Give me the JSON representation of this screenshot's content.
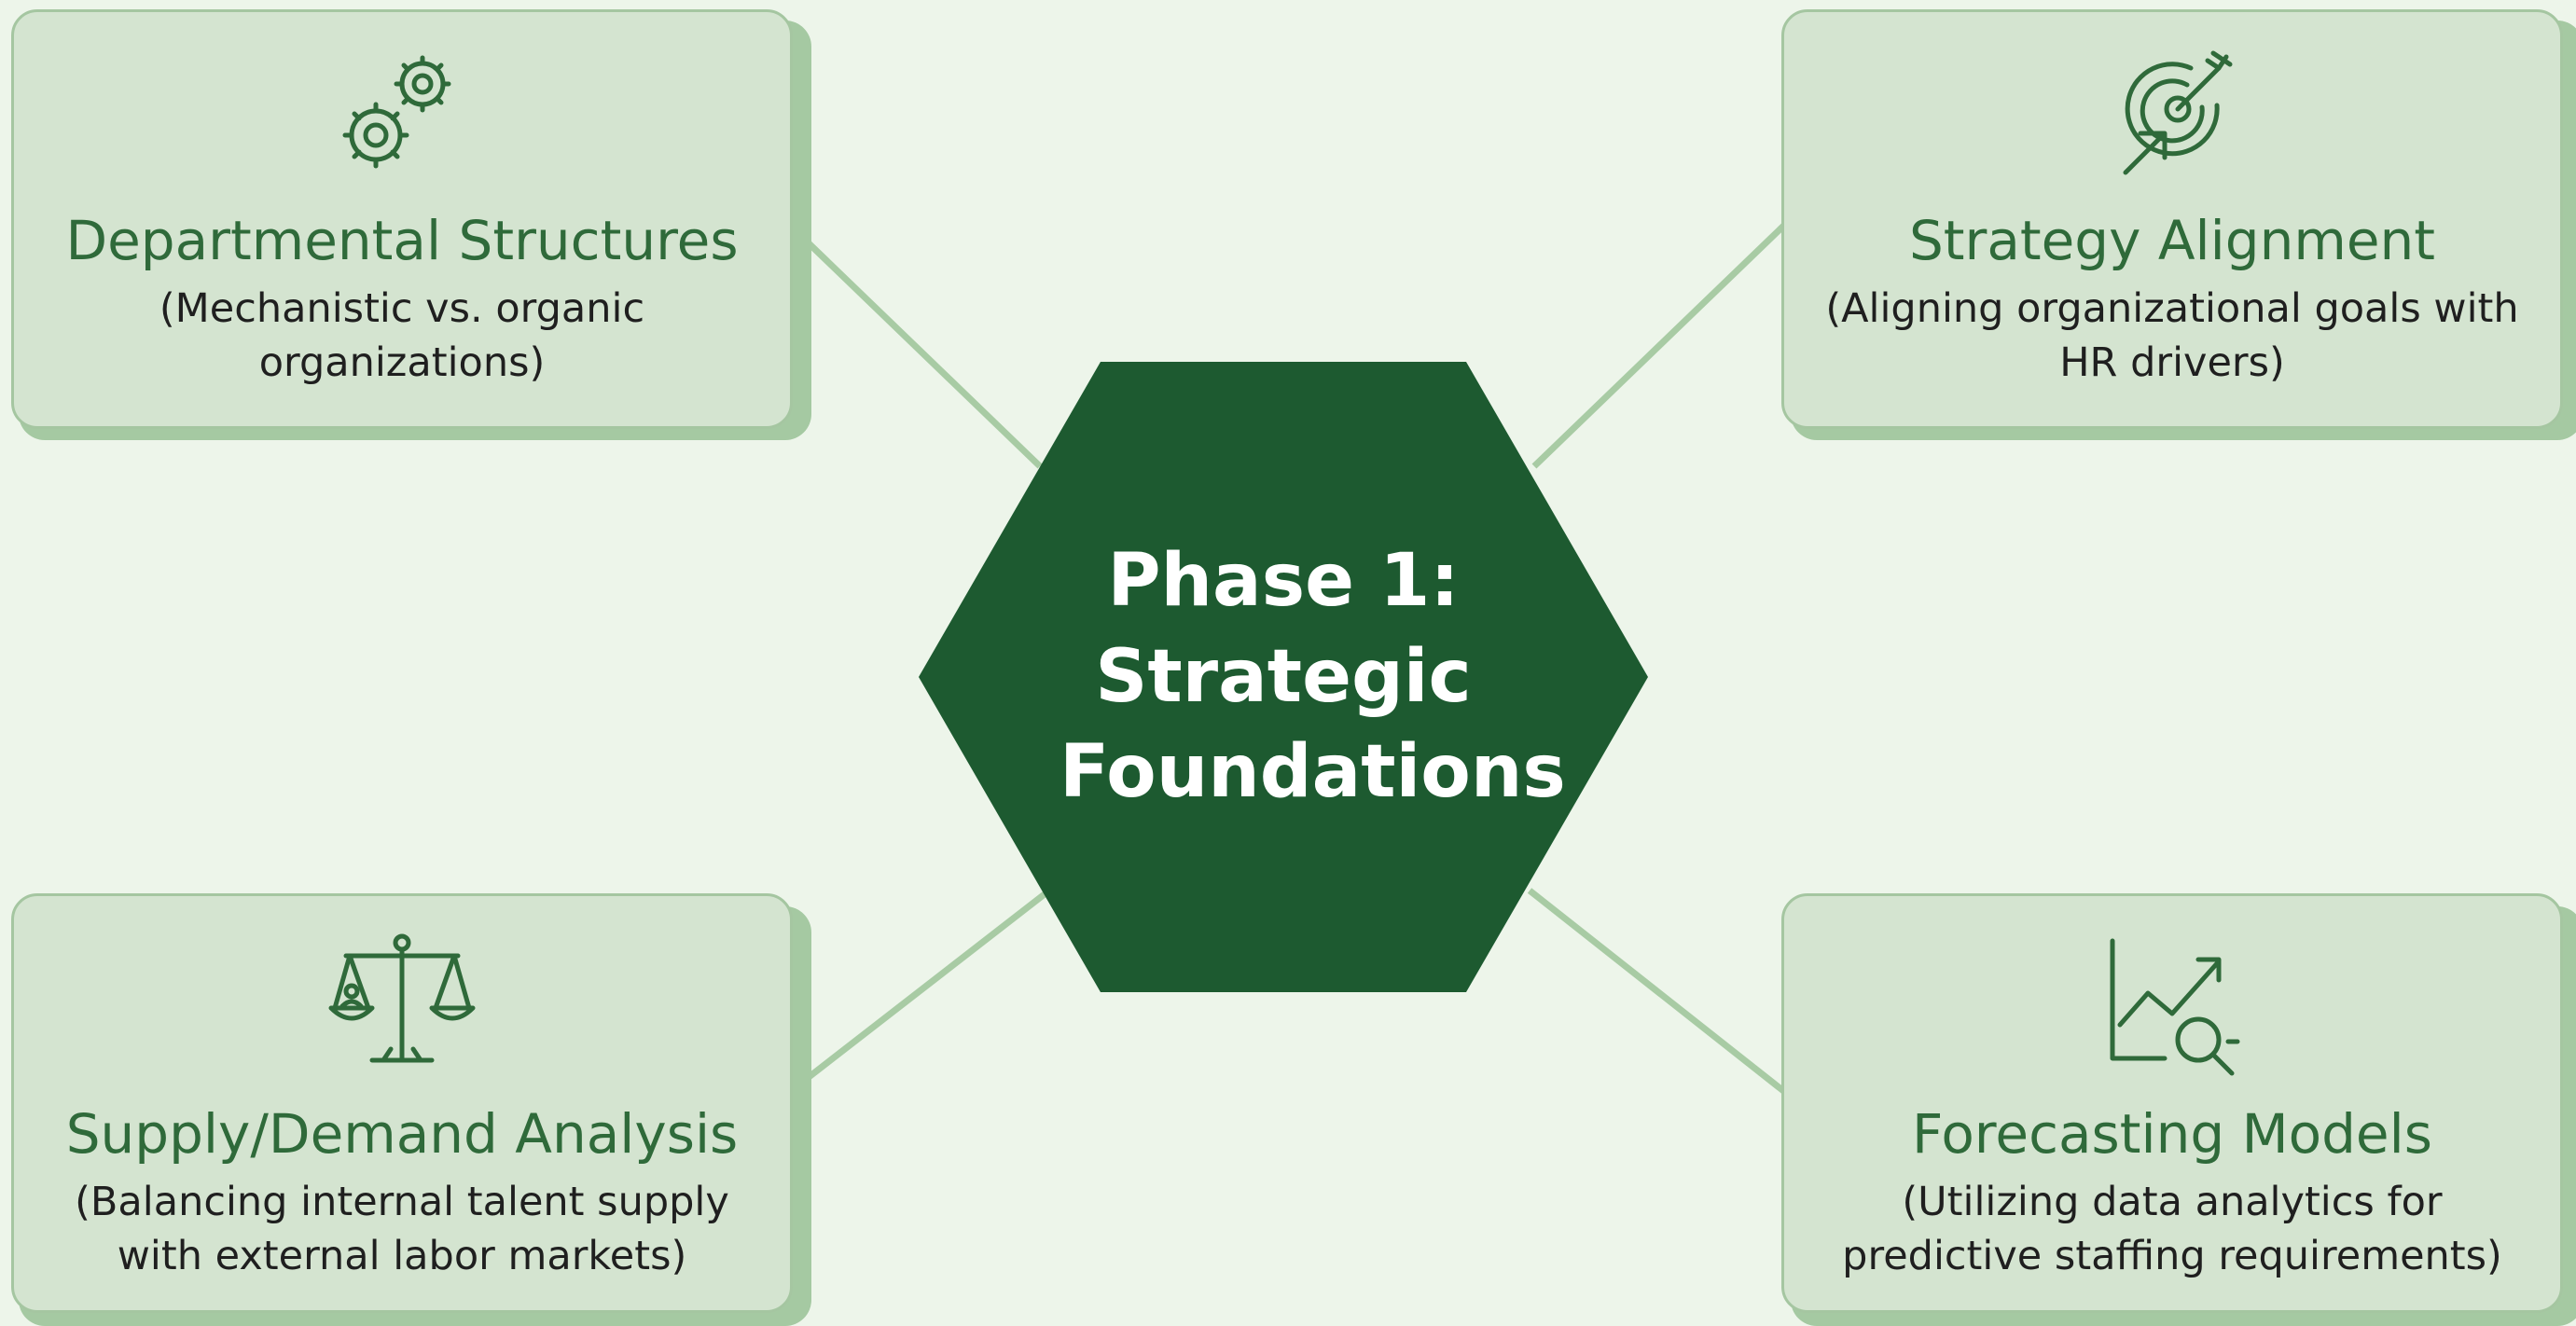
{
  "center": {
    "title": "Phase 1: Strategic Foundations"
  },
  "nodes": {
    "departmental": {
      "icon": "gears-icon",
      "title": "Departmental Structures",
      "description": "(Mechanistic vs. organic organizations)"
    },
    "strategy": {
      "icon": "target-arrow-icon",
      "title": "Strategy Alignment",
      "description": "(Aligning organizational goals with HR drivers)"
    },
    "supply_demand": {
      "icon": "balance-scale-icon",
      "title": "Supply/Demand Analysis",
      "description": "(Balancing internal talent supply with external labor markets)"
    },
    "forecasting": {
      "icon": "trend-chart-magnifier-icon",
      "title": "Forecasting Models",
      "description": "(Utilizing data analytics for predictive staffing requirements)"
    }
  },
  "colors": {
    "background": "#edf5ea",
    "hub": "#1d5a30",
    "card": "#d4e4d0",
    "card_border": "#a5c6a1",
    "card_shadow": "#a5c9a2",
    "title_text": "#2f6a3a",
    "connector": "#a8cba4"
  }
}
